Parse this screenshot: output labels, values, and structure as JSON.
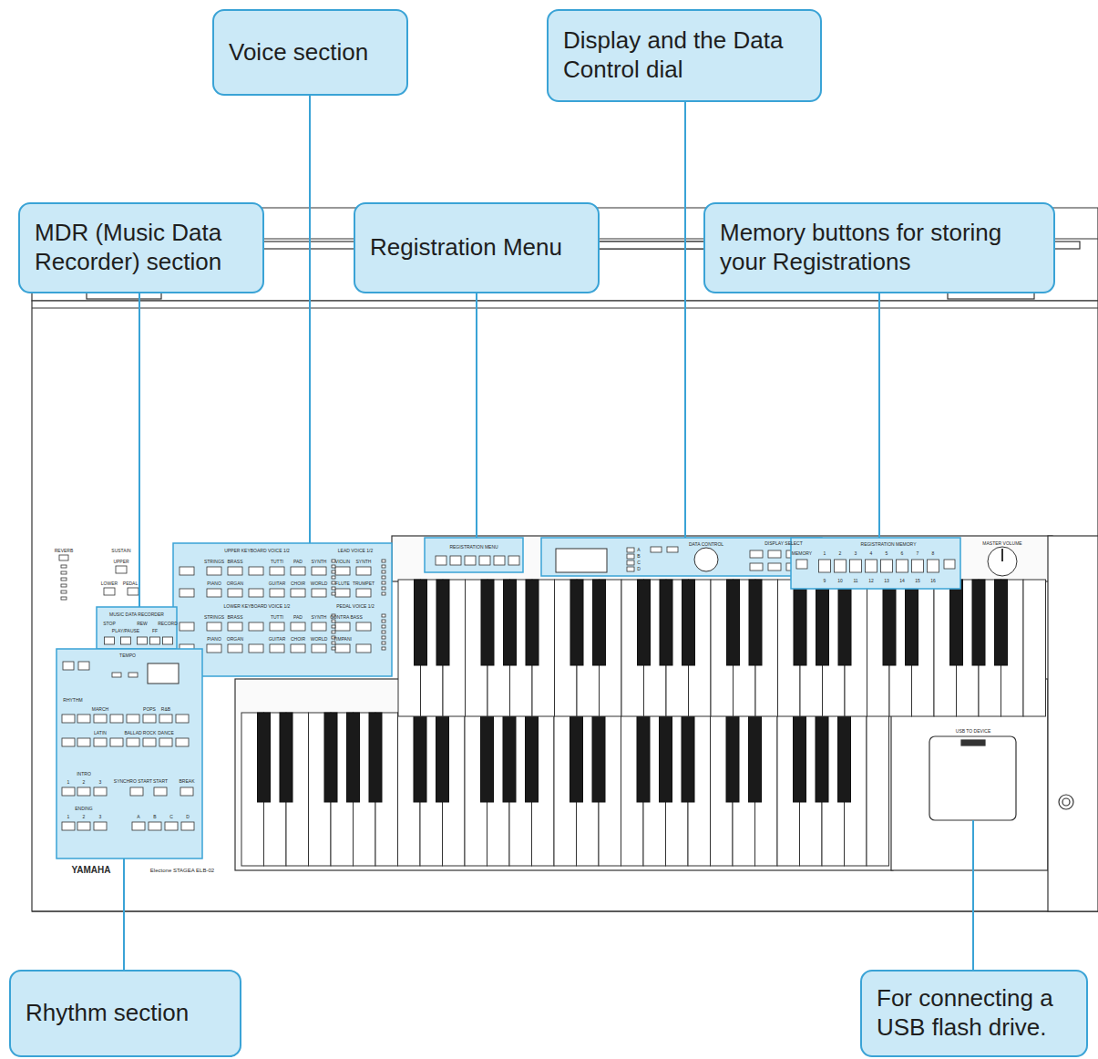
{
  "diagram": {
    "nodes": [
      {
        "text": [
          "Voice section"
        ]
      },
      {
        "text": [
          "Display and the Data Control dial"
        ]
      },
      {
        "text": [
          "MDR (Music Data Recorder) section"
        ]
      },
      {
        "text": [
          "Registration Menu"
        ]
      },
      {
        "text": [
          "Memory buttons for storing your Registrations"
        ]
      },
      {
        "text": [
          "Rhythm section"
        ]
      },
      {
        "text": [
          "For connecting a USB flash drive."
        ]
      }
    ],
    "labels": [
      "REVERB",
      "SUSTAIN",
      "UPPER",
      "LOWER",
      "PEDAL",
      "UPPER KEYBOARD VOICE 1/2",
      "LEAD VOICE 1/2",
      "STRINGS",
      "BRASS",
      "TUTTI",
      "PAD",
      "SYNTH",
      "PIANO",
      "ORGAN",
      "GUITAR",
      "CHOIR",
      "WORLD",
      "VIOLIN",
      "SYNTH",
      "FLUTE",
      "TRUMPET",
      "LOWER KEYBOARD VOICE 1/2",
      "PEDAL VOICE 1/2",
      "STRINGS",
      "BRASS",
      "TUTTI",
      "PAD",
      "SYNTH",
      "PIANO",
      "ORGAN",
      "GUITAR",
      "CHOIR",
      "WORLD",
      "CONTRA BASS",
      "TIMPANI",
      "MUSIC DATA RECORDER",
      "STOP",
      "PLAY/PAUSE",
      "REW",
      "FF",
      "RECORD",
      "TEMPO",
      "RHYTHM",
      "MARCH",
      "POPS",
      "R&B",
      "LATIN",
      "BALLAD",
      "ROCK",
      "DANCE",
      "INTRO",
      "1",
      "2",
      "3",
      "ENDING",
      "1",
      "2",
      "3",
      "SYNCHRO START",
      "START",
      "BREAK",
      "A",
      "B",
      "C",
      "D",
      "REGISTRATION MENU",
      "DATA CONTROL",
      "DISPLAY SELECT",
      "A",
      "B",
      "C",
      "D",
      "REGISTRATION MEMORY",
      "MEMORY",
      "1",
      "2",
      "3",
      "4",
      "5",
      "6",
      "7",
      "8",
      "9",
      "10",
      "11",
      "12",
      "13",
      "14",
      "15",
      "16",
      "MASTER VOLUME",
      "YAMAHA",
      "Electone STAGEA ELB-02",
      "USB TO DEVICE"
    ]
  }
}
